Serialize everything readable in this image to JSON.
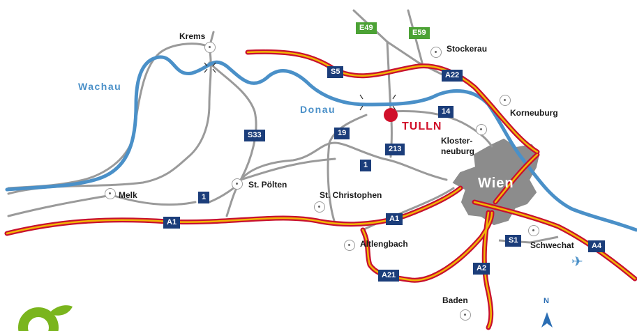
{
  "map": {
    "rivers": {
      "wachau": "Wachau",
      "donau": "Donau"
    },
    "highlight_town": "TULLN",
    "city_area": "Wien",
    "towns": {
      "krems": "Krems",
      "stockerau": "Stockerau",
      "korneuburg": "Korneuburg",
      "klosterneuburg_1": "Kloster-",
      "klosterneuburg_2": "neuburg",
      "melk": "Melk",
      "st_poelten": "St. Pölten",
      "st_christophen": "St. Christophen",
      "altlengbach": "Altlengbach",
      "schwechat": "Schwechat",
      "baden": "Baden"
    },
    "road_shields": {
      "e49": "E49",
      "e59": "E59",
      "s5": "S5",
      "a22": "A22",
      "s33": "S33",
      "r19": "19",
      "r213": "213",
      "r14": "14",
      "r1_east": "1",
      "r1_west": "1",
      "a1_west": "A1",
      "a1_east": "A1",
      "a21": "A21",
      "a2": "A2",
      "s1": "S1",
      "a4": "A4"
    },
    "compass": "N",
    "colors": {
      "river": "#4a90c8",
      "road": "#9a9a9a",
      "motorway_red": "#c8102e",
      "motorway_yellow": "#f2b705",
      "shield_blue": "#1b3d7a",
      "shield_green": "#4ca235",
      "tulln": "#d0102a",
      "city_area": "#8c8c8c",
      "logo_green": "#7ab51d"
    },
    "icons": [
      "airport-plane-icon",
      "north-arrow-icon",
      "logo-leaf-icon"
    ]
  }
}
